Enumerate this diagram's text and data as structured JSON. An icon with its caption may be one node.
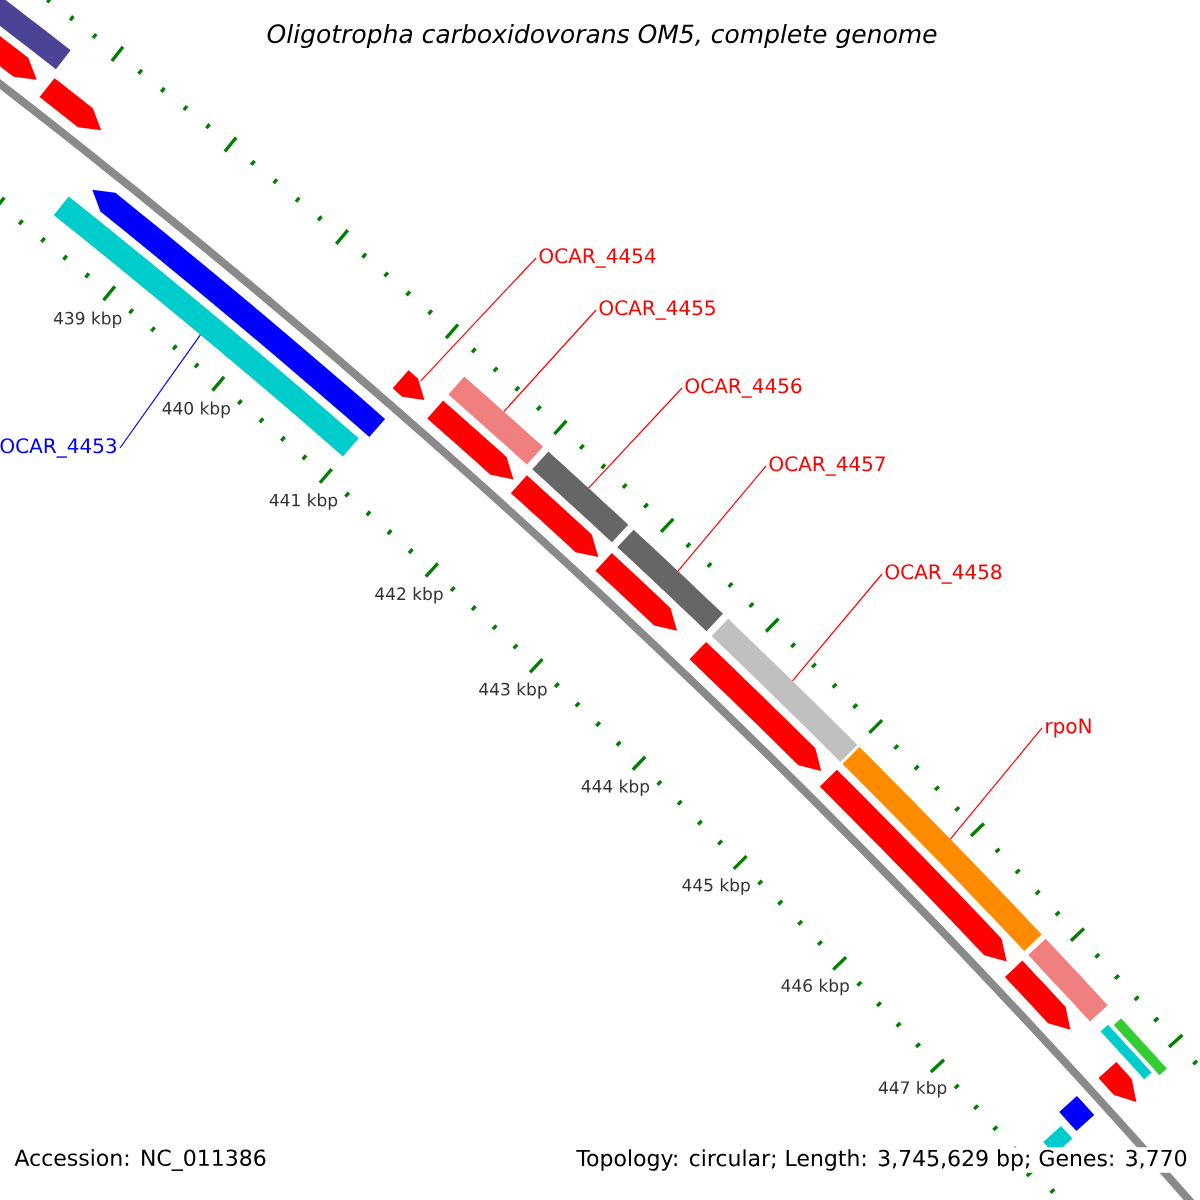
{
  "diagram": {
    "title": "Oligotropha carboxidovorans OM5, complete genome",
    "nodes": [
      {
        "text": [
          "OCAR_4454"
        ]
      },
      {
        "text": [
          "OCAR_4455"
        ]
      },
      {
        "text": [
          "OCAR_4456"
        ]
      },
      {
        "text": [
          "OCAR_4453"
        ]
      },
      {
        "text": [
          "OCAR_4457"
        ]
      },
      {
        "text": [
          "OCAR_4458"
        ]
      },
      {
        "text": [
          "rpoN"
        ]
      },
      {
        "text": [],
        "shape": "bar"
      },
      {
        "text": [],
        "shape": "bar"
      },
      {
        "text": [],
        "shape": "bar"
      },
      {
        "text": [],
        "shape": "bar"
      },
      {
        "text": [],
        "shape": "bar"
      },
      {
        "text": [],
        "shape": "bar"
      },
      {
        "text": [],
        "shape": "bar"
      },
      {
        "text": [],
        "shape": "bar"
      },
      {
        "text": [],
        "shape": "bar"
      },
      {
        "text": [],
        "shape": "bar"
      },
      {
        "text": [],
        "shape": "bar"
      },
      {
        "text": [],
        "shape": "bar"
      },
      {
        "text": [],
        "shape": "bar"
      },
      {
        "text": [],
        "shape": "bar"
      },
      {
        "text": [],
        "shape": "bar"
      },
      {
        "text": [],
        "shape": "bar"
      },
      {
        "text": [],
        "shape": "bar"
      },
      {
        "text": [],
        "shape": "bar"
      },
      {
        "text": [],
        "shape": "bar"
      },
      {
        "text": [],
        "shape": "bar"
      },
      {
        "text": [],
        "shape": "bar"
      },
      {
        "text": [],
        "shape": "bar"
      },
      {
        "text": [],
        "shape": "bar"
      }
    ],
    "edges": [
      {
        "from": 0,
        "to": 12,
        "arrow": "none"
      },
      {
        "from": 1,
        "to": 13,
        "arrow": "none"
      },
      {
        "from": 2,
        "to": 15,
        "arrow": "none"
      },
      {
        "from": 3,
        "to": 10,
        "arrow": "none",
        "color": "#0000ff"
      },
      {
        "from": 4,
        "to": 17,
        "arrow": "none"
      },
      {
        "from": 5,
        "to": 19,
        "arrow": "none"
      },
      {
        "from": 6,
        "to": 21,
        "arrow": "none"
      }
    ],
    "labels": [
      "439 kbp",
      "440 kbp",
      "441 kbp",
      "442 kbp",
      "443 kbp",
      "444 kbp",
      "445 kbp",
      "446 kbp",
      "447 kbp",
      "Accession: NC_011386",
      "Topology: circular; Length: 3,745,629 bp; Genes: 3,770"
    ]
  }
}
